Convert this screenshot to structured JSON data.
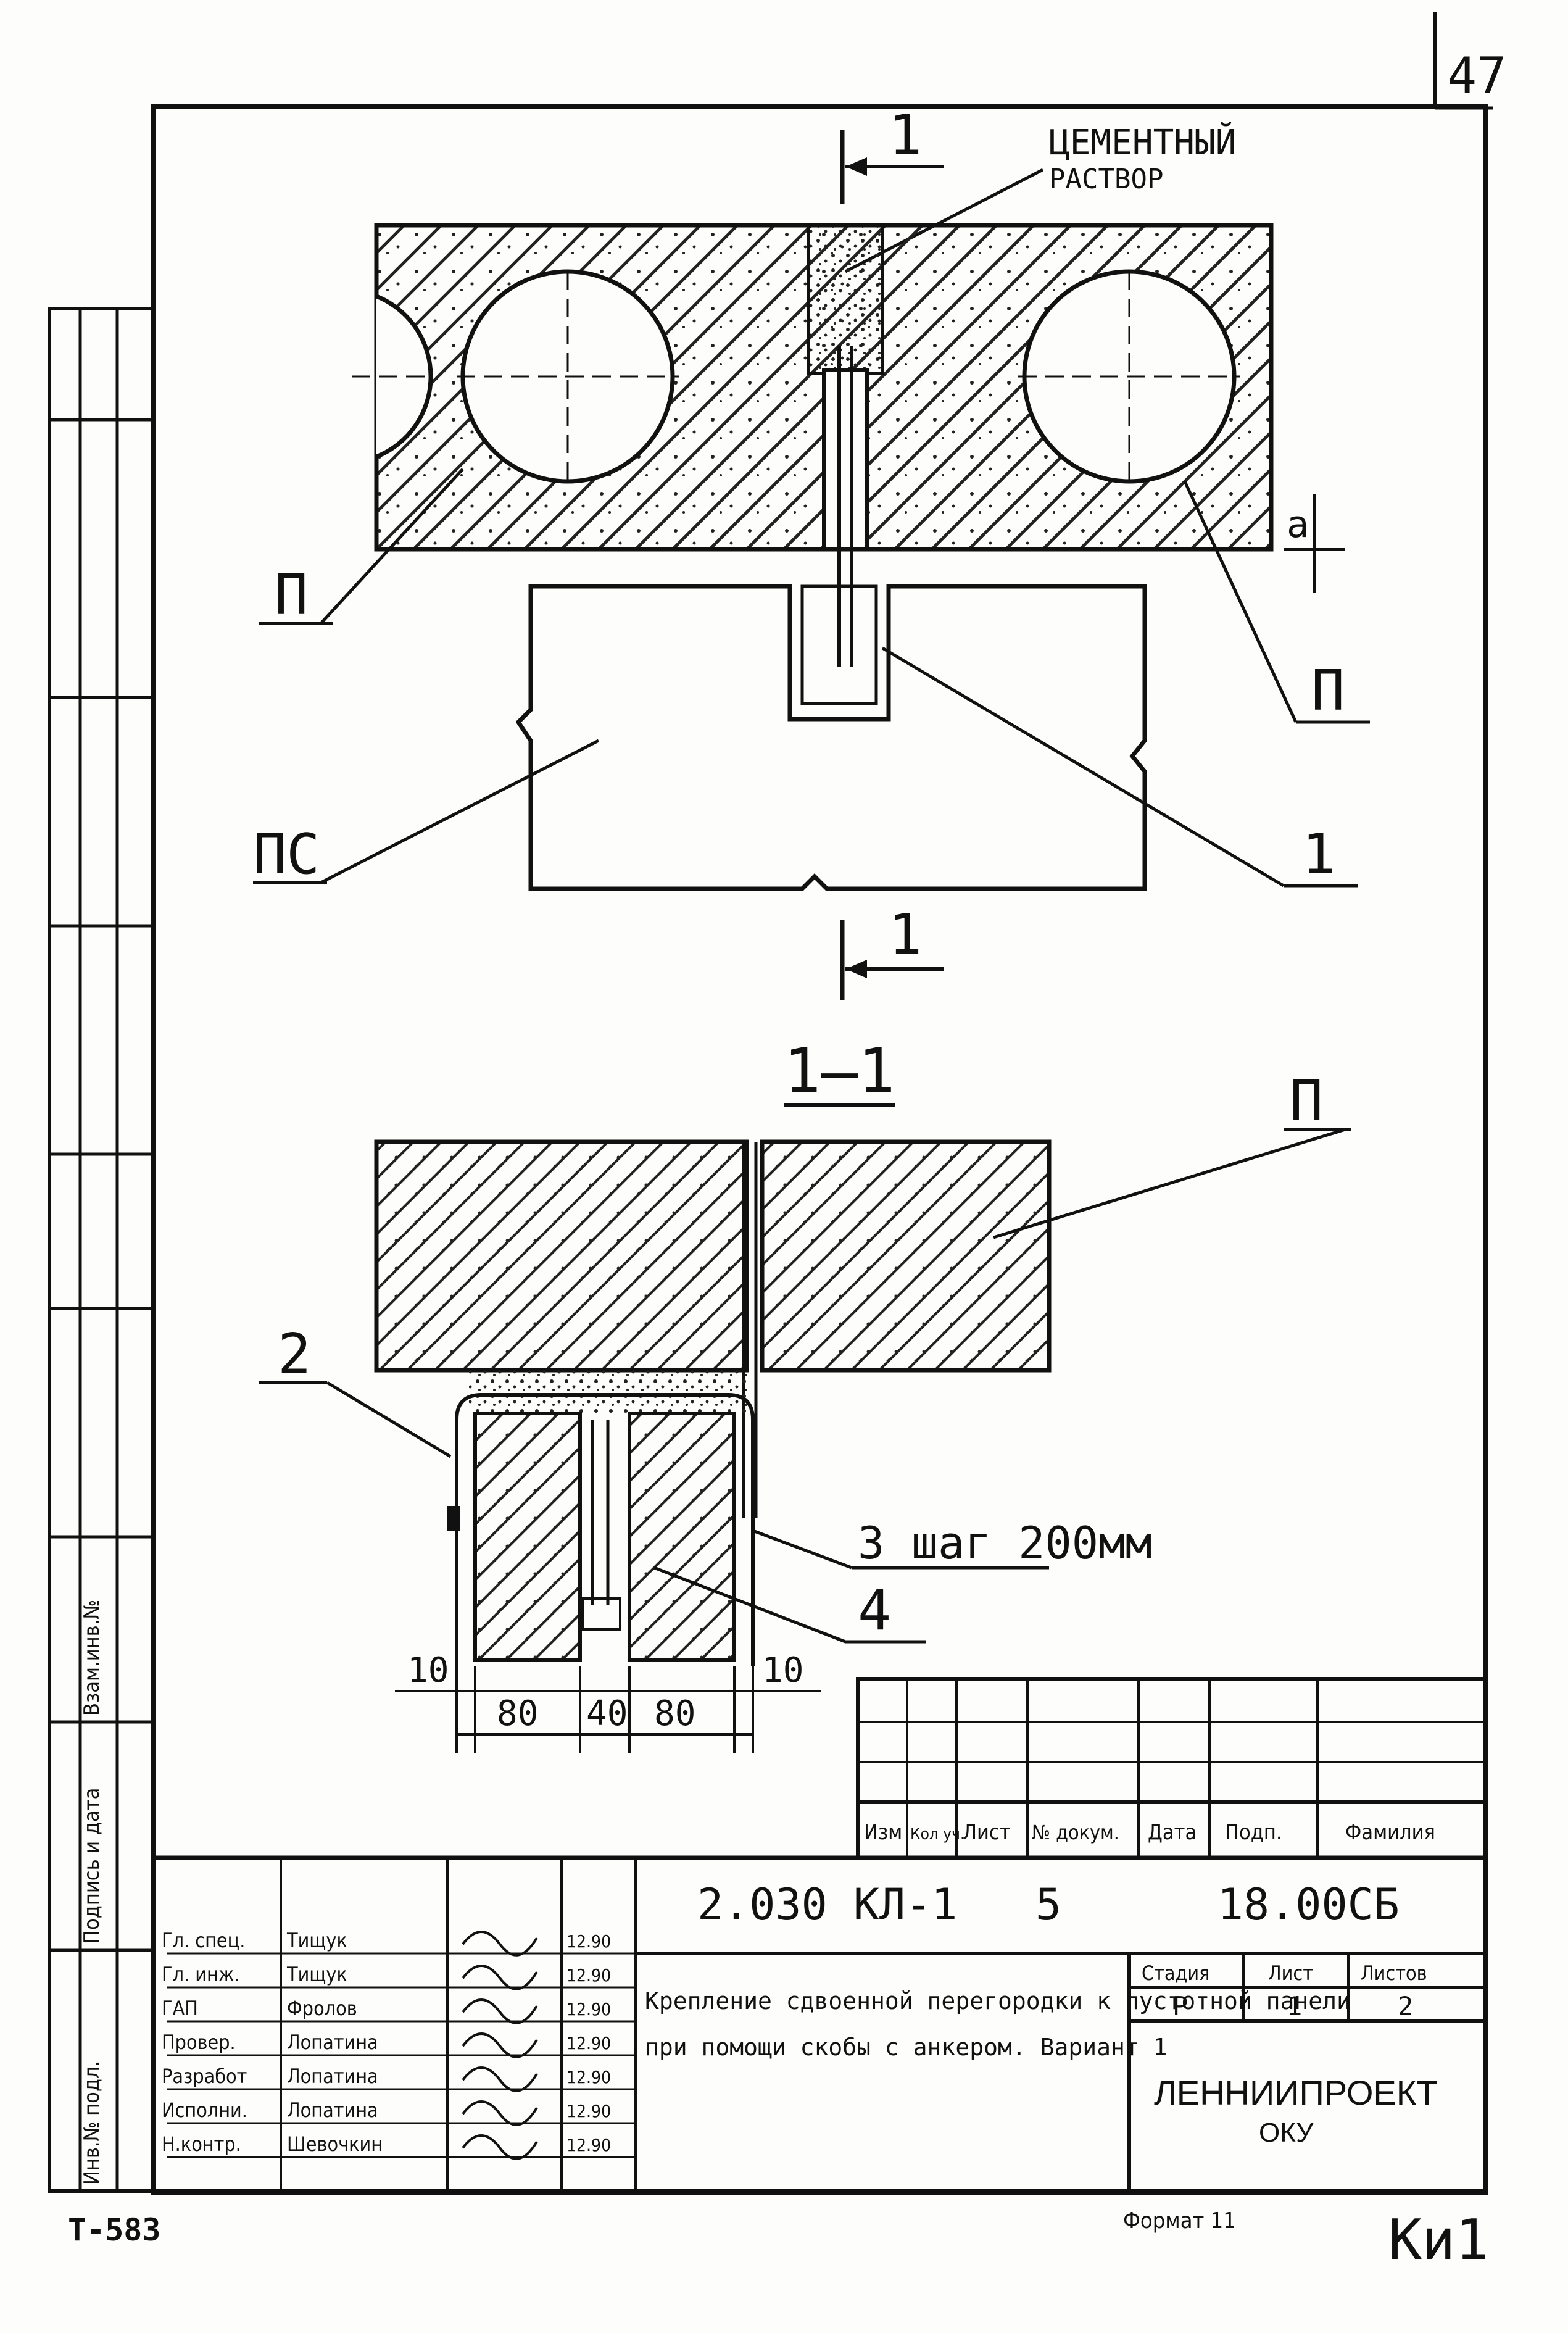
{
  "sheet": {
    "number": "47",
    "code": "Т-583",
    "format": "Формат 11",
    "corner_mark": "Ки1"
  },
  "plan": {
    "section_mark": "1",
    "cement_label_line1": "ЦЕМЕНТНЫЙ",
    "cement_label_line2": "РАСТВОР",
    "panel_left": "П",
    "panel_right": "П",
    "partition": "ПС",
    "item_1": "1",
    "dim_small": "а"
  },
  "section": {
    "title": "1–1",
    "panel": "П",
    "item_2": "2",
    "item_3": "3 шаг 200мм",
    "item_4": "4",
    "dims": [
      "10",
      "80",
      "40",
      "80",
      "10"
    ]
  },
  "revision_table": {
    "headers": [
      "Изм",
      "Кол уч.",
      "Лист",
      "№ докум.",
      "Дата",
      "Подп.",
      "Фамилия"
    ]
  },
  "title_block": {
    "roles": [
      "Гл. спец.",
      "Гл. инж.",
      "ГАП",
      "Провер.",
      "Разработ",
      "Исполни.",
      "Н.контр."
    ],
    "names": [
      "Тищук",
      "Тищук",
      "Фролов",
      "Лопатина",
      "Лопатина",
      "Лопатина",
      "Шевочкин"
    ],
    "dates": [
      "12.90",
      "12.90",
      "12.90",
      "12.90",
      "12.90",
      "12.90",
      "12.90"
    ],
    "doc_code": "2.030 КЛ-1   5      18.00СБ",
    "description": [
      "Крепление сдвоенной перегородки к пустотной панели",
      "при помощи скобы с анкером. Вариант 1"
    ],
    "stage_header": "Стадия",
    "sheet_header": "Лист",
    "sheets_header": "Листов",
    "stage": "Р",
    "sheet": "1",
    "sheets": "2",
    "org_line1": "ЛЕННИИПРОЕКТ",
    "org_line2": "ОКУ"
  },
  "side_stamp": [
    "Взам.инв.№",
    "Подпись и дата",
    "Инв.№ подл."
  ]
}
